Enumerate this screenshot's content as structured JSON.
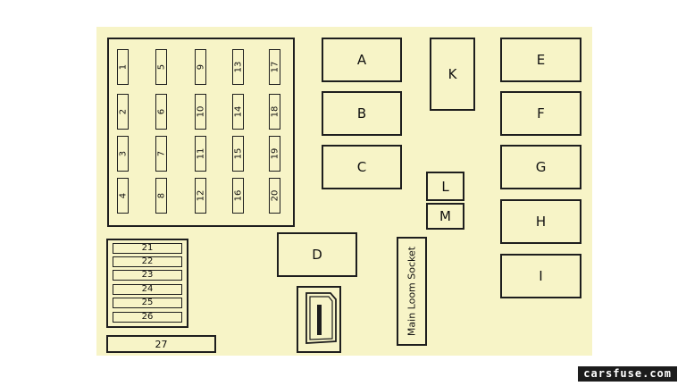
{
  "fuse_grid": [
    "1",
    "2",
    "3",
    "4",
    "5",
    "6",
    "7",
    "8",
    "9",
    "10",
    "11",
    "12",
    "13",
    "14",
    "15",
    "16",
    "17",
    "18",
    "19",
    "20"
  ],
  "fuse_strip": [
    "21",
    "22",
    "23",
    "24",
    "25",
    "26"
  ],
  "fuse_27": "27",
  "relays": {
    "A": "A",
    "B": "B",
    "C": "C",
    "D": "D",
    "E": "E",
    "F": "F",
    "G": "G",
    "H": "H",
    "I": "I",
    "K": "K",
    "L": "L",
    "M": "M"
  },
  "socket_label": "Main Loom Socket",
  "watermark": "carsfuse.com",
  "colors": {
    "board": "#f7f4c7",
    "outline": "#1e1e1e",
    "watermark_bg": "#1c1c1c"
  }
}
